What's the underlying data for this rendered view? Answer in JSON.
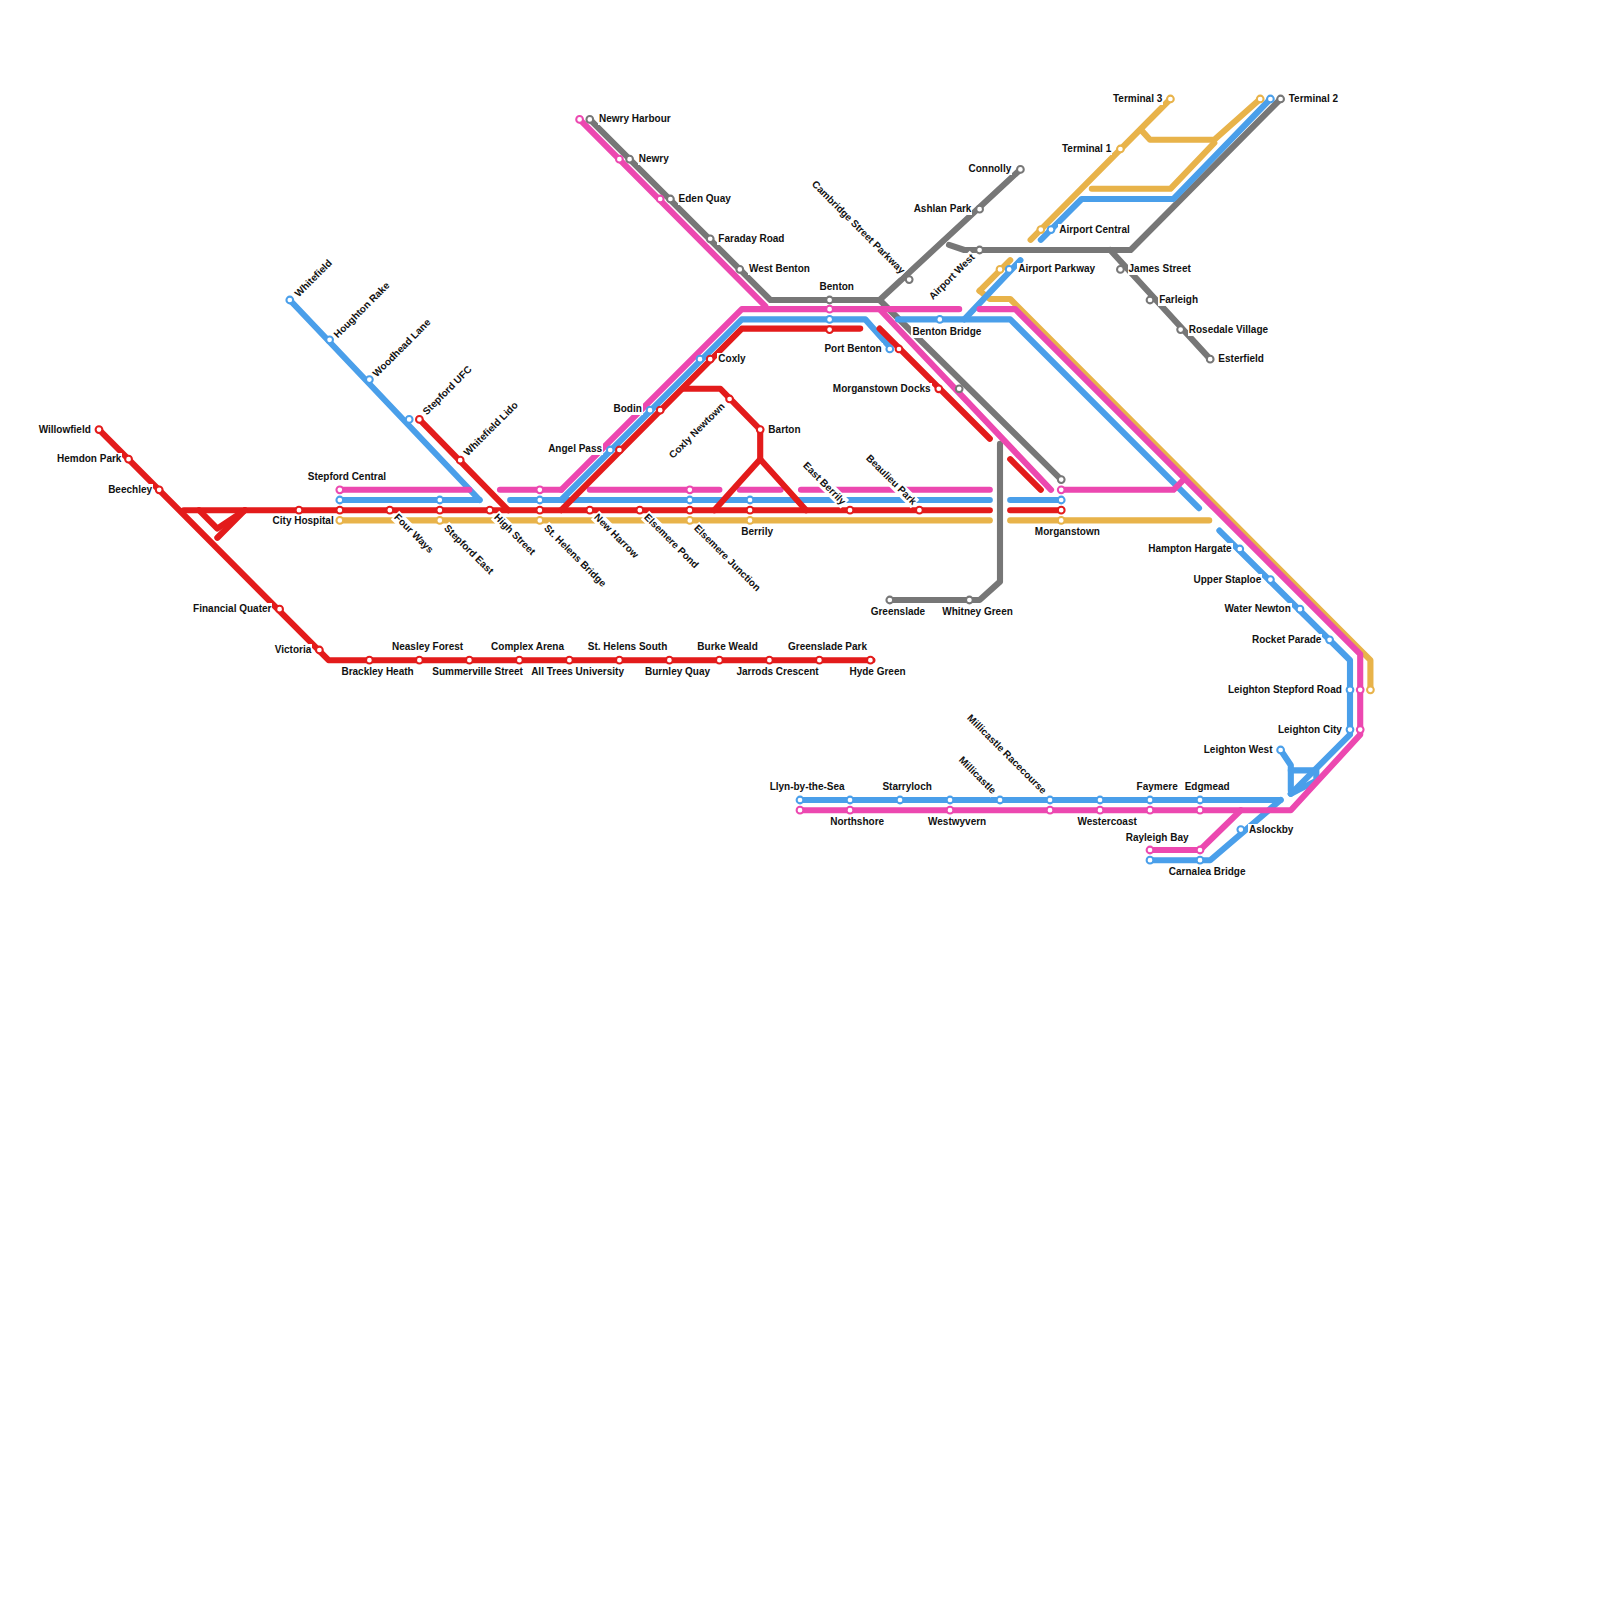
{
  "diagram": {
    "labels": [
      "Terminal 3",
      "Terminal 2",
      "Newry Harbour",
      "Terminal 1",
      "Newry",
      "Connolly",
      "Eden Quay",
      "Ashlan Park",
      "Airport Central",
      "Faraday Road",
      "Cambridge Street Parkway",
      "Airport West",
      "West Benton",
      "James Street",
      "Airport Parkway",
      "Benton",
      "Whitefield",
      "Farleigh",
      "Houghton Rake",
      "Rosedale Village",
      "Benton Bridge",
      "Port Benton",
      "Coxly",
      "Esterfield",
      "Woodhead Lane",
      "Morganstown Docks",
      "Bodin",
      "Stepford UFC",
      "Coxly Newtown",
      "Willowfield",
      "Barton",
      "Whitefield Lido",
      "Angel Pass",
      "Hemdon Park",
      "East Berrily",
      "Beaulieu Park",
      "Stepford Central",
      "Beechley",
      "City Hospital",
      "Four Ways",
      "Stepford East",
      "High Street",
      "St. Helens Bridge",
      "New Harrow",
      "Elsemere Pond",
      "Elsemere Junction",
      "Berrily",
      "Morganstown",
      "Hampton Hargate",
      "Upper Staploe",
      "Greenslade",
      "Whitney Green",
      "Water Newton",
      "Financial Quater",
      "Rocket Parade",
      "Neasley Forest",
      "Complex Arena",
      "St. Helens South",
      "Burke Weald",
      "Greenslade Park",
      "Victoria",
      "Brackley Heath",
      "Summerville Street",
      "All Trees University",
      "Burnley Quay",
      "Jarrods Crescent",
      "Hyde Green",
      "Leighton Stepford Road",
      "Millicastle Racecourse",
      "Leighton City",
      "Leighton West",
      "Millicastle",
      "Llyn-by-the-Sea",
      "Starryloch",
      "Faymere",
      "Edgmead",
      "Northshore",
      "Westwyvern",
      "Westercoast",
      "Aslockby",
      "Rayleigh Bay",
      "Carnalea Bridge"
    ]
  }
}
